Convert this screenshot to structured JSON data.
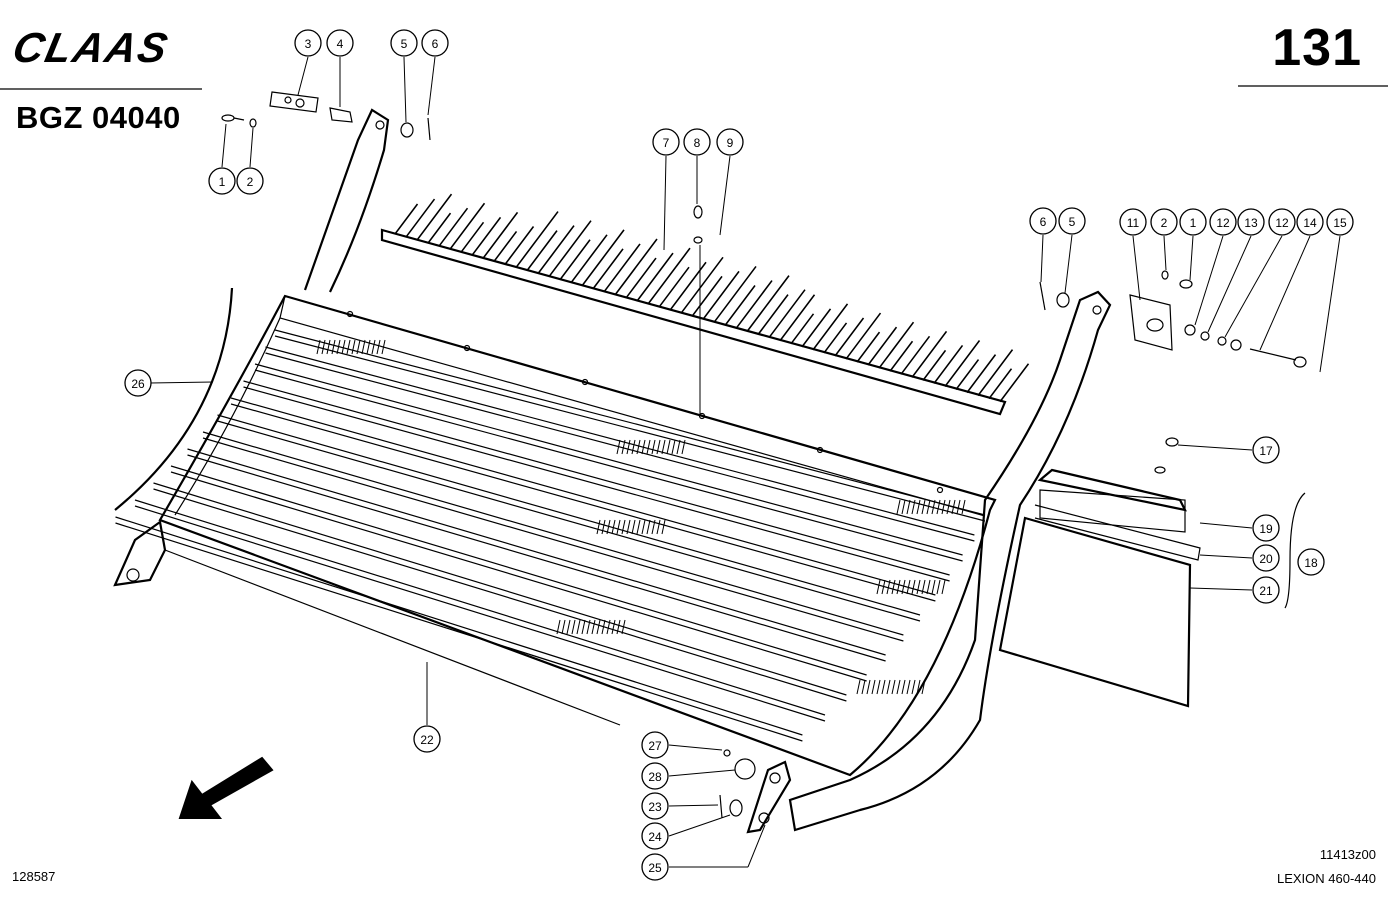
{
  "header": {
    "brand": "CLAAS",
    "sheet_number": "131",
    "drawing_code": "BGZ 04040"
  },
  "footer": {
    "ref_left": "128587",
    "ref_right": "11413z00",
    "model": "LEXION 460-440"
  },
  "icons": {
    "logo": "claas-logo",
    "direction": "direction-arrow-icon"
  },
  "callouts": [
    {
      "id": "c1a",
      "label": "1"
    },
    {
      "id": "c2a",
      "label": "2"
    },
    {
      "id": "c3",
      "label": "3"
    },
    {
      "id": "c4",
      "label": "4"
    },
    {
      "id": "c5a",
      "label": "5"
    },
    {
      "id": "c6a",
      "label": "6"
    },
    {
      "id": "c7",
      "label": "7"
    },
    {
      "id": "c8",
      "label": "8"
    },
    {
      "id": "c9",
      "label": "9"
    },
    {
      "id": "c6b",
      "label": "6"
    },
    {
      "id": "c5b",
      "label": "5"
    },
    {
      "id": "c11",
      "label": "11"
    },
    {
      "id": "c2b",
      "label": "2"
    },
    {
      "id": "c1b",
      "label": "1"
    },
    {
      "id": "c12a",
      "label": "12"
    },
    {
      "id": "c13",
      "label": "13"
    },
    {
      "id": "c12b",
      "label": "12"
    },
    {
      "id": "c14",
      "label": "14"
    },
    {
      "id": "c15",
      "label": "15"
    },
    {
      "id": "c17",
      "label": "17"
    },
    {
      "id": "c18",
      "label": "18"
    },
    {
      "id": "c19",
      "label": "19"
    },
    {
      "id": "c20",
      "label": "20"
    },
    {
      "id": "c21",
      "label": "21"
    },
    {
      "id": "c22",
      "label": "22"
    },
    {
      "id": "c23",
      "label": "23"
    },
    {
      "id": "c24",
      "label": "24"
    },
    {
      "id": "c25",
      "label": "25"
    },
    {
      "id": "c26",
      "label": "26"
    },
    {
      "id": "c27",
      "label": "27"
    },
    {
      "id": "c28",
      "label": "28"
    }
  ]
}
